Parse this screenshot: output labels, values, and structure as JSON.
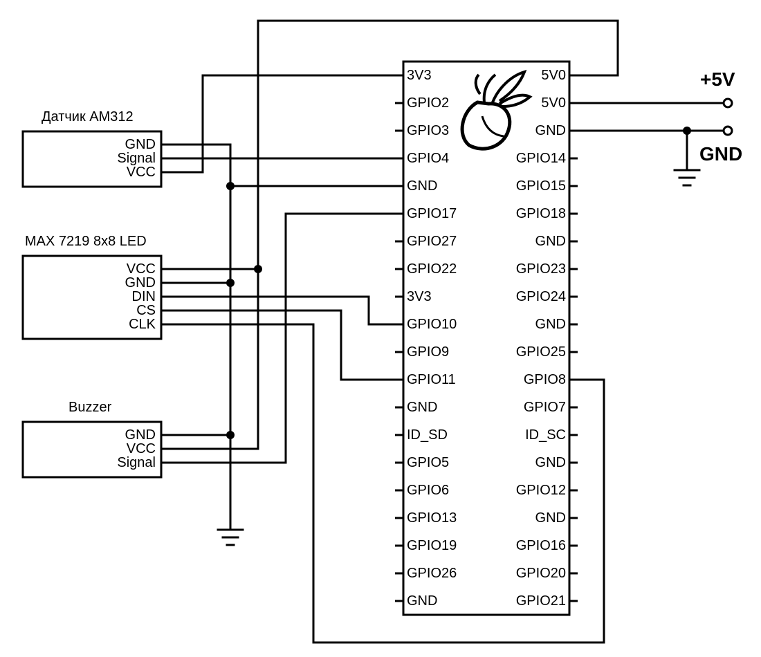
{
  "rpi": {
    "left_pins": [
      "3V3",
      "GPIO2",
      "GPIO3",
      "GPIO4",
      "GND",
      "GPIO17",
      "GPIO27",
      "GPIO22",
      "3V3",
      "GPIO10",
      "GPIO9",
      "GPIO11",
      "GND",
      "ID_SD",
      "GPIO5",
      "GPIO6",
      "GPIO13",
      "GPIO19",
      "GPIO26",
      "GND"
    ],
    "right_pins": [
      "5V0",
      "5V0",
      "GND",
      "GPIO14",
      "GPIO15",
      "GPIO18",
      "GND",
      "GPIO23",
      "GPIO24",
      "GND",
      "GPIO25",
      "GPIO8",
      "GPIO7",
      "ID_SC",
      "GND",
      "GPIO12",
      "GND",
      "GPIO16",
      "GPIO20",
      "GPIO21"
    ]
  },
  "sensor": {
    "title": "Датчик AM312",
    "pins": [
      "GND",
      "Signal",
      "VCC"
    ]
  },
  "matrix": {
    "title": "MAX 7219 8x8 LED",
    "pins": [
      "VCC",
      "GND",
      "DIN",
      "CS",
      "CLK"
    ]
  },
  "buzzer": {
    "title": "Buzzer",
    "pins": [
      "GND",
      "VCC",
      "Signal"
    ]
  },
  "power": {
    "plus_label": "+5V",
    "gnd_label": "GND"
  }
}
